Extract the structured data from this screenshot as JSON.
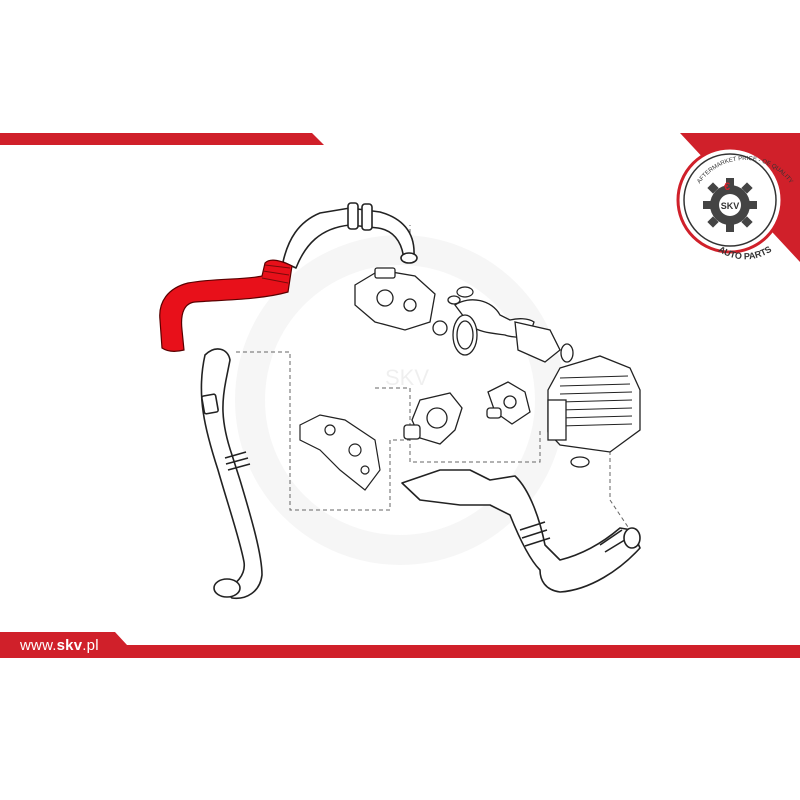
{
  "brand": {
    "primary_color": "#d0202a",
    "badge_text_top": "AFTERMARKET PRICE - OE QUALITY",
    "badge_text_bottom": "AUTO PARTS",
    "badge_center": "SKV",
    "watermark": "SKV",
    "url_prefix": "www.",
    "url_bold": "skv",
    "url_suffix": ".pl"
  },
  "diagram": {
    "highlighted_part": "intake-hose",
    "highlight_color": "#e8101a"
  }
}
